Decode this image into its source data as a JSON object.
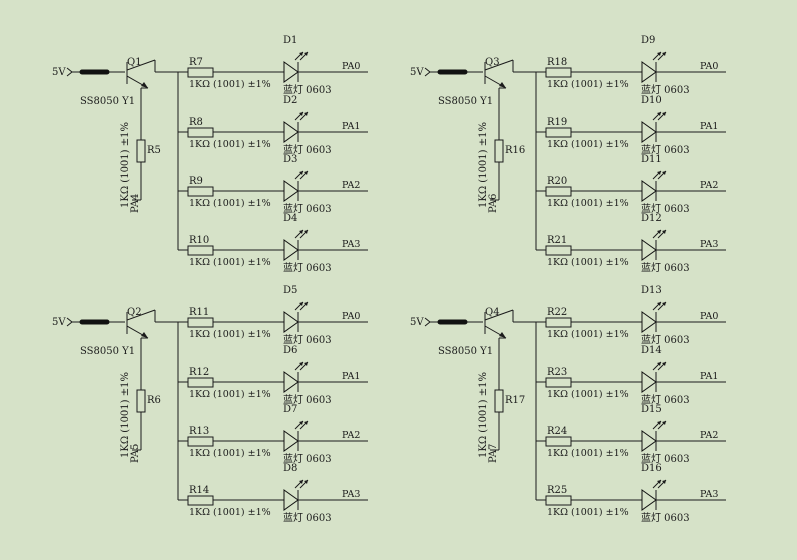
{
  "colors": {
    "background": "#d6e2c8",
    "line": "#1b1b1b"
  },
  "icons": {
    "power": "ferrite-bead-icon",
    "transistor": "npn-transistor-icon",
    "resistor": "resistor-icon",
    "led": "led-icon"
  },
  "blocks": [
    {
      "vcc": "5V",
      "transistor": {
        "ref": "Q1",
        "model": "SS8050 Y1"
      },
      "base_resistor": {
        "ref": "R5",
        "value": "1KΩ (1001) ±1%"
      },
      "control": "PA4",
      "channels": [
        {
          "resistor": "R7",
          "value": "1KΩ (1001) ±1%",
          "led": "D1",
          "led_type": "蓝灯 0603",
          "output": "PA0"
        },
        {
          "resistor": "R8",
          "value": "1KΩ (1001) ±1%",
          "led": "D2",
          "led_type": "蓝灯 0603",
          "output": "PA1"
        },
        {
          "resistor": "R9",
          "value": "1KΩ (1001) ±1%",
          "led": "D3",
          "led_type": "蓝灯 0603",
          "output": "PA2"
        },
        {
          "resistor": "R10",
          "value": "1KΩ (1001) ±1%",
          "led": "D4",
          "led_type": "蓝灯 0603",
          "output": "PA3"
        }
      ]
    },
    {
      "vcc": "5V",
      "transistor": {
        "ref": "Q3",
        "model": "SS8050 Y1"
      },
      "base_resistor": {
        "ref": "R16",
        "value": "1KΩ (1001) ±1%"
      },
      "control": "PA6",
      "channels": [
        {
          "resistor": "R18",
          "value": "1KΩ (1001) ±1%",
          "led": "D9",
          "led_type": "蓝灯 0603",
          "output": "PA0"
        },
        {
          "resistor": "R19",
          "value": "1KΩ (1001) ±1%",
          "led": "D10",
          "led_type": "蓝灯 0603",
          "output": "PA1"
        },
        {
          "resistor": "R20",
          "value": "1KΩ (1001) ±1%",
          "led": "D11",
          "led_type": "蓝灯 0603",
          "output": "PA2"
        },
        {
          "resistor": "R21",
          "value": "1KΩ (1001) ±1%",
          "led": "D12",
          "led_type": "蓝灯 0603",
          "output": "PA3"
        }
      ]
    },
    {
      "vcc": "5V",
      "transistor": {
        "ref": "Q2",
        "model": "SS8050 Y1"
      },
      "base_resistor": {
        "ref": "R6",
        "value": "1KΩ (1001) ±1%"
      },
      "control": "PA5",
      "channels": [
        {
          "resistor": "R11",
          "value": "1KΩ (1001) ±1%",
          "led": "D5",
          "led_type": "蓝灯 0603",
          "output": "PA0"
        },
        {
          "resistor": "R12",
          "value": "1KΩ (1001) ±1%",
          "led": "D6",
          "led_type": "蓝灯 0603",
          "output": "PA1"
        },
        {
          "resistor": "R13",
          "value": "1KΩ (1001) ±1%",
          "led": "D7",
          "led_type": "蓝灯 0603",
          "output": "PA2"
        },
        {
          "resistor": "R14",
          "value": "1KΩ (1001) ±1%",
          "led": "D8",
          "led_type": "蓝灯 0603",
          "output": "PA3"
        }
      ]
    },
    {
      "vcc": "5V",
      "transistor": {
        "ref": "Q4",
        "model": "SS8050 Y1"
      },
      "base_resistor": {
        "ref": "R17",
        "value": "1KΩ (1001) ±1%"
      },
      "control": "PA7",
      "channels": [
        {
          "resistor": "R22",
          "value": "1KΩ (1001) ±1%",
          "led": "D13",
          "led_type": "蓝灯 0603",
          "output": "PA0"
        },
        {
          "resistor": "R23",
          "value": "1KΩ (1001) ±1%",
          "led": "D14",
          "led_type": "蓝灯 0603",
          "output": "PA1"
        },
        {
          "resistor": "R24",
          "value": "1KΩ (1001) ±1%",
          "led": "D15",
          "led_type": "蓝灯 0603",
          "output": "PA2"
        },
        {
          "resistor": "R25",
          "value": "1KΩ (1001) ±1%",
          "led": "D16",
          "led_type": "蓝灯 0603",
          "output": "PA3"
        }
      ]
    }
  ]
}
